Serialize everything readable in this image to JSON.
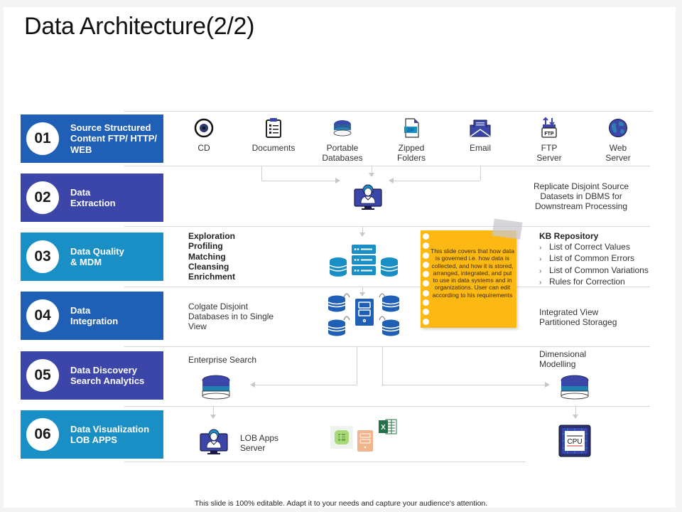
{
  "title": "Data Architecture(2/2)",
  "steps": [
    {
      "num": "01",
      "label": "Source Structured\nContent FTP/ HTTP/\nWEB",
      "color": "#1f5fb5"
    },
    {
      "num": "02",
      "label": "Data\nExtraction",
      "color": "#3b46a8"
    },
    {
      "num": "03",
      "label": "Data Quality\n& MDM",
      "color": "#1a8fc6"
    },
    {
      "num": "04",
      "label": "Data\nIntegration",
      "color": "#1f5fb5"
    },
    {
      "num": "05",
      "label": "Data Discovery\nSearch Analytics",
      "color": "#3b46a8"
    },
    {
      "num": "06",
      "label": "Data Visualization\nLOB APPS",
      "color": "#1a8fc6"
    }
  ],
  "sources": [
    {
      "label": "CD",
      "icon": "cd-icon"
    },
    {
      "label": "Documents",
      "icon": "clipboard-document-icon"
    },
    {
      "label": "Portable\nDatabases",
      "icon": "database-icon"
    },
    {
      "label": "Zipped\nFolders",
      "icon": "zip-file-icon"
    },
    {
      "label": "Email",
      "icon": "envelope-icon"
    },
    {
      "label": "FTP\nServer",
      "icon": "ftp-server-icon"
    },
    {
      "label": "Web\nServer",
      "icon": "globe-icon"
    }
  ],
  "row2": {
    "right_text": "Replicate Disjoint Source\nDatasets in DBMS for\nDownstream Processing"
  },
  "row3": {
    "left_items": [
      "Exploration",
      "Profiling",
      "Matching",
      "Cleansing",
      "Enrichment"
    ],
    "kb_title": "KB Repository",
    "kb_items": [
      "List of Correct Values",
      "List of Common Errors",
      "List of Common Variations",
      "Rules for Correction"
    ]
  },
  "note": {
    "text": "This slide covers that how data is governed i.e. how data is collected, and how it is stored, arranged, integrated, and put to use in data systems and in organizations.  User can edit according to his requirements"
  },
  "row4": {
    "left_text": "Colgate Disjoint\nDatabases in to Single\nView",
    "right_text": "Integrated View\nPartitioned Storageg"
  },
  "row5": {
    "left_text": "Enterprise Search",
    "right_text": "Dimensional\nModelling"
  },
  "row6": {
    "left_text": "LOB Apps\nServer",
    "cpu_label": "CPU"
  },
  "footer": "This slide is 100% editable.  Adapt it to your needs and capture your audience's attention."
}
